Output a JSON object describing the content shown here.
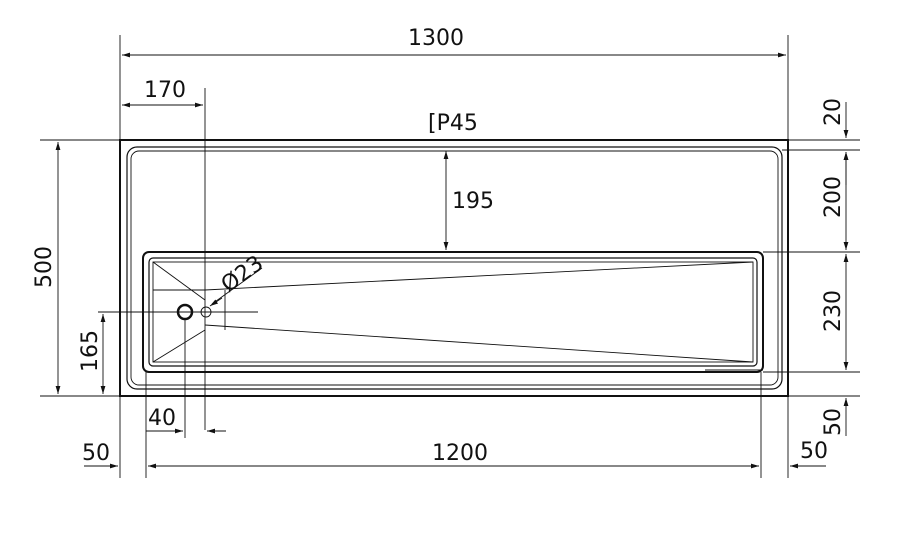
{
  "drawing": {
    "overall_width": "1300",
    "left_offset": "170",
    "profile_label": "[P45",
    "top_margin": "20",
    "slot_offset": "195",
    "upper_height": "200",
    "overall_height": "500",
    "drain_label": "Ø23",
    "slot_height": "230",
    "drain_height": "165",
    "bottom_margin": "50",
    "drain_offset": "40",
    "left_margin": "50",
    "basin_width": "1200",
    "right_margin": "50"
  }
}
